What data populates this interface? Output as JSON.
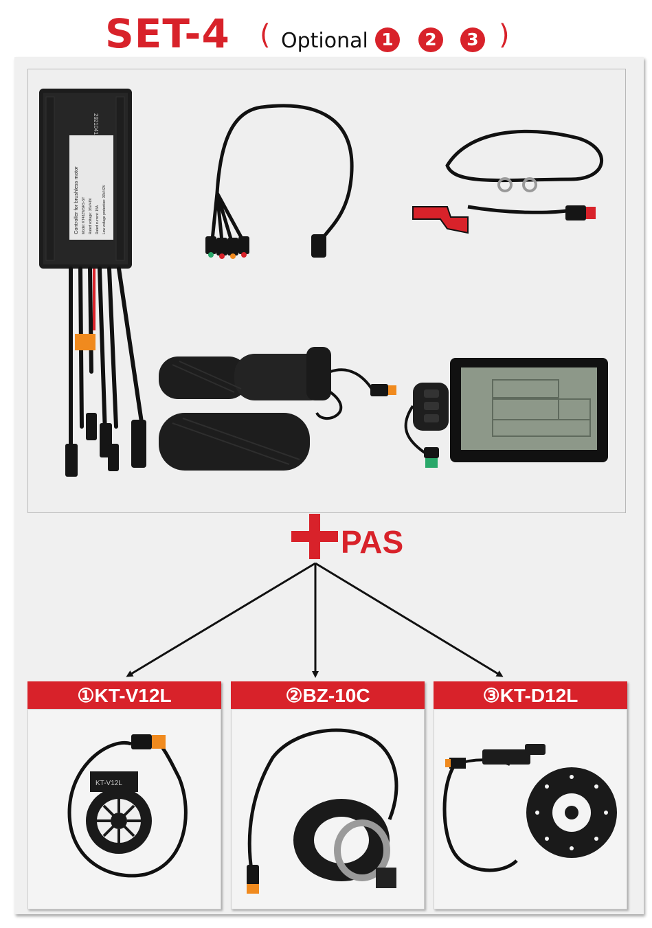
{
  "header": {
    "title": "SET-4",
    "paren_open": "(",
    "optional_label": "Optional",
    "badges": [
      "1",
      "2",
      "3"
    ],
    "paren_close": ")"
  },
  "kit_photo": {
    "controller_label_lines": [
      "Controller for brushless motor",
      "Model: KT48ZWSRS-ST",
      "Rated voltage: 36V/48V",
      "Rated current: 15A",
      "Low voltage protection: 30V/42V"
    ],
    "controller_code": "2921041"
  },
  "addon": {
    "plus_symbol": "+",
    "label": "PAS"
  },
  "options": [
    {
      "header": "①KT-V12L",
      "product_mark": "KT-V12L"
    },
    {
      "header": "②BZ-10C"
    },
    {
      "header": "③KT-D12L"
    }
  ],
  "colors": {
    "accent_red": "#d8222a",
    "panel_bg": "#f0f0f0",
    "connector_orange": "#f08a1e",
    "connector_green": "#2aa86a"
  }
}
